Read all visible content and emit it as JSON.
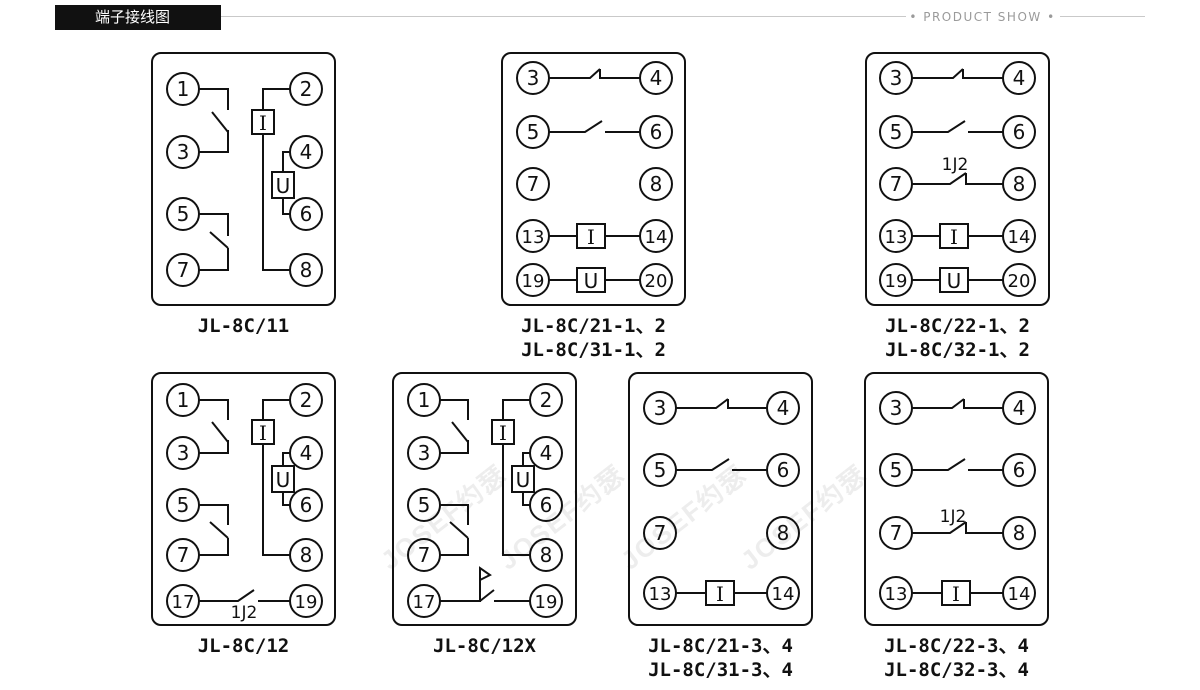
{
  "header": {
    "title": "端子接线图",
    "brand": "• PRODUCT SHOW •"
  },
  "watermark": "JOSEF约瑟",
  "diagrams": [
    {
      "id": "d1",
      "caption": [
        "JL-8C/11"
      ],
      "terminals": [
        "1",
        "3",
        "5",
        "7",
        "2",
        "4",
        "6",
        "8"
      ],
      "elements": [
        "I",
        "U"
      ]
    },
    {
      "id": "d2",
      "caption": [
        "JL-8C/21-1、2",
        "JL-8C/31-1、2"
      ],
      "terminals": [
        "3",
        "4",
        "5",
        "6",
        "7",
        "8",
        "13",
        "14",
        "19",
        "20"
      ],
      "elements": [
        "I",
        "U"
      ]
    },
    {
      "id": "d3",
      "caption": [
        "JL-8C/22-1、2",
        "JL-8C/32-1、2"
      ],
      "terminals": [
        "3",
        "4",
        "5",
        "6",
        "7",
        "8",
        "13",
        "14",
        "19",
        "20"
      ],
      "elements": [
        "I",
        "U"
      ],
      "contact_label": "1J2"
    },
    {
      "id": "d4",
      "caption": [
        "JL-8C/12"
      ],
      "terminals": [
        "1",
        "3",
        "5",
        "7",
        "2",
        "4",
        "6",
        "8",
        "17",
        "19"
      ],
      "elements": [
        "I",
        "U"
      ],
      "contact_label": "1J2"
    },
    {
      "id": "d5",
      "caption": [
        "JL-8C/12X"
      ],
      "terminals": [
        "1",
        "3",
        "5",
        "7",
        "2",
        "4",
        "6",
        "8",
        "17",
        "19"
      ],
      "elements": [
        "I",
        "U"
      ]
    },
    {
      "id": "d6",
      "caption": [
        "JL-8C/21-3、4",
        "JL-8C/31-3、4"
      ],
      "terminals": [
        "3",
        "4",
        "5",
        "6",
        "7",
        "8",
        "13",
        "14"
      ],
      "elements": [
        "I"
      ]
    },
    {
      "id": "d7",
      "caption": [
        "JL-8C/22-3、4",
        "JL-8C/32-3、4"
      ],
      "terminals": [
        "3",
        "4",
        "5",
        "6",
        "7",
        "8",
        "13",
        "14"
      ],
      "elements": [
        "I"
      ],
      "contact_label": "1J2"
    }
  ]
}
